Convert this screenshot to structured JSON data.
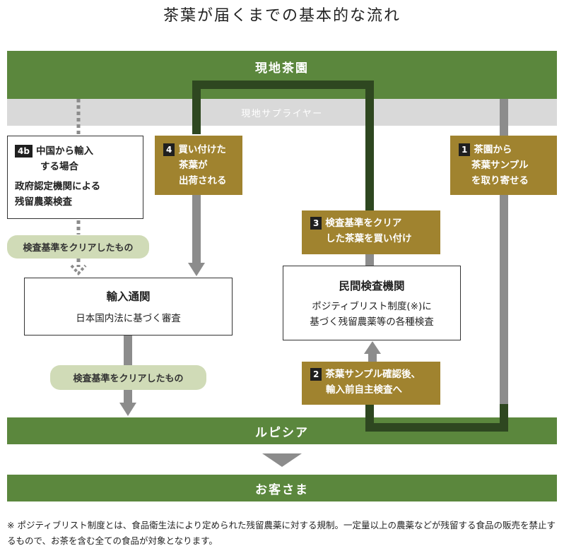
{
  "title": "茶葉が届くまでの基本的な流れ",
  "bands": {
    "farm": "現地茶園",
    "supplier": "現地サプライヤー",
    "lupicia": "ルピシア",
    "customer": "お客さま"
  },
  "boxes": {
    "b4b": {
      "badge": "4b",
      "line1": "中国から輸入",
      "line2": "する場合",
      "line3": "政府認定機関による",
      "line4": "残留農薬検査"
    },
    "customs": {
      "title": "輸入通関",
      "sub": "日本国内法に基づく審査"
    },
    "private": {
      "title": "民間検査機関",
      "sub1": "ポジティブリスト制度(※)に",
      "sub2": "基づく残留農薬等の各種検査"
    }
  },
  "steps": {
    "s1": {
      "badge": "1",
      "line1": "茶園から",
      "line2": "茶葉サンプル",
      "line3": "を取り寄せる"
    },
    "s2": {
      "badge": "2",
      "line1": "茶葉サンプル確認後、",
      "line2": "輸入前自主検査へ"
    },
    "s3": {
      "badge": "3",
      "line1": "検査基準をクリア",
      "line2": "した茶葉を買い付け"
    },
    "s4": {
      "badge": "4",
      "line1": "買い付けた",
      "line2": "茶葉が",
      "line3": "出荷される"
    }
  },
  "pills": {
    "upper": "検査基準をクリアしたもの",
    "lower": "検査基準をクリアしたもの"
  },
  "note": "※ ポジティブリスト制度とは、食品衛生法により定められた残留農薬に対する規制。一定量以上の農薬などが残留する食品の販売を禁止するもので、お茶を含む全ての食品が対象となります。",
  "colors": {
    "green": "#5b873d",
    "gray_band": "#d9d9d9",
    "gold": "#a0832f",
    "dark_green": "#2e4720",
    "arrow_gray": "#8c8c8c",
    "pill": "#d0dbb7"
  }
}
